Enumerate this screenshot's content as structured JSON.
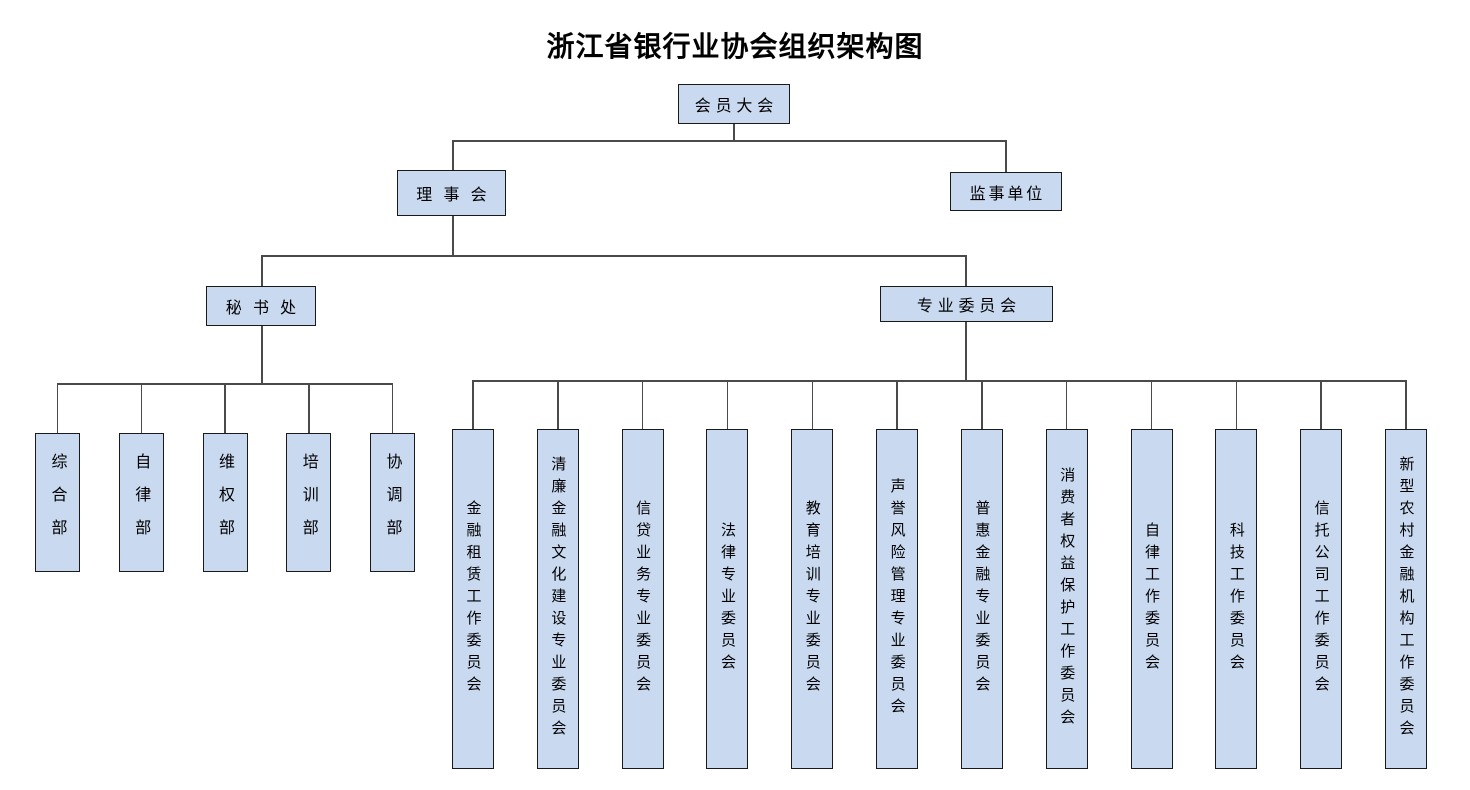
{
  "title": "浙江省银行业协会组织架构图",
  "colors": {
    "box_fill": "#c9d9f0",
    "box_border": "#1a1a1a",
    "line": "#4a4a4a"
  },
  "nodes": {
    "root": "会员大会",
    "council": "理事会",
    "supervisor": "监事单位",
    "secretariat": "秘书处",
    "committee_group": "专业委员会"
  },
  "departments": [
    "综合部",
    "自律部",
    "维权部",
    "培训部",
    "协调部"
  ],
  "committees": [
    "金融租赁工作委员会",
    "清廉金融文化建设专业委员会",
    "信贷业务专业委员会",
    "法律专业委员会",
    "教育培训专业委员会",
    "声誉风险管理专业委员会",
    "普惠金融专业委员会",
    "消费者权益保护工作委员会",
    "自律工作委员会",
    "科技工作委员会",
    "信托公司工作委员会",
    "新型农村金融机构工作委员会"
  ]
}
